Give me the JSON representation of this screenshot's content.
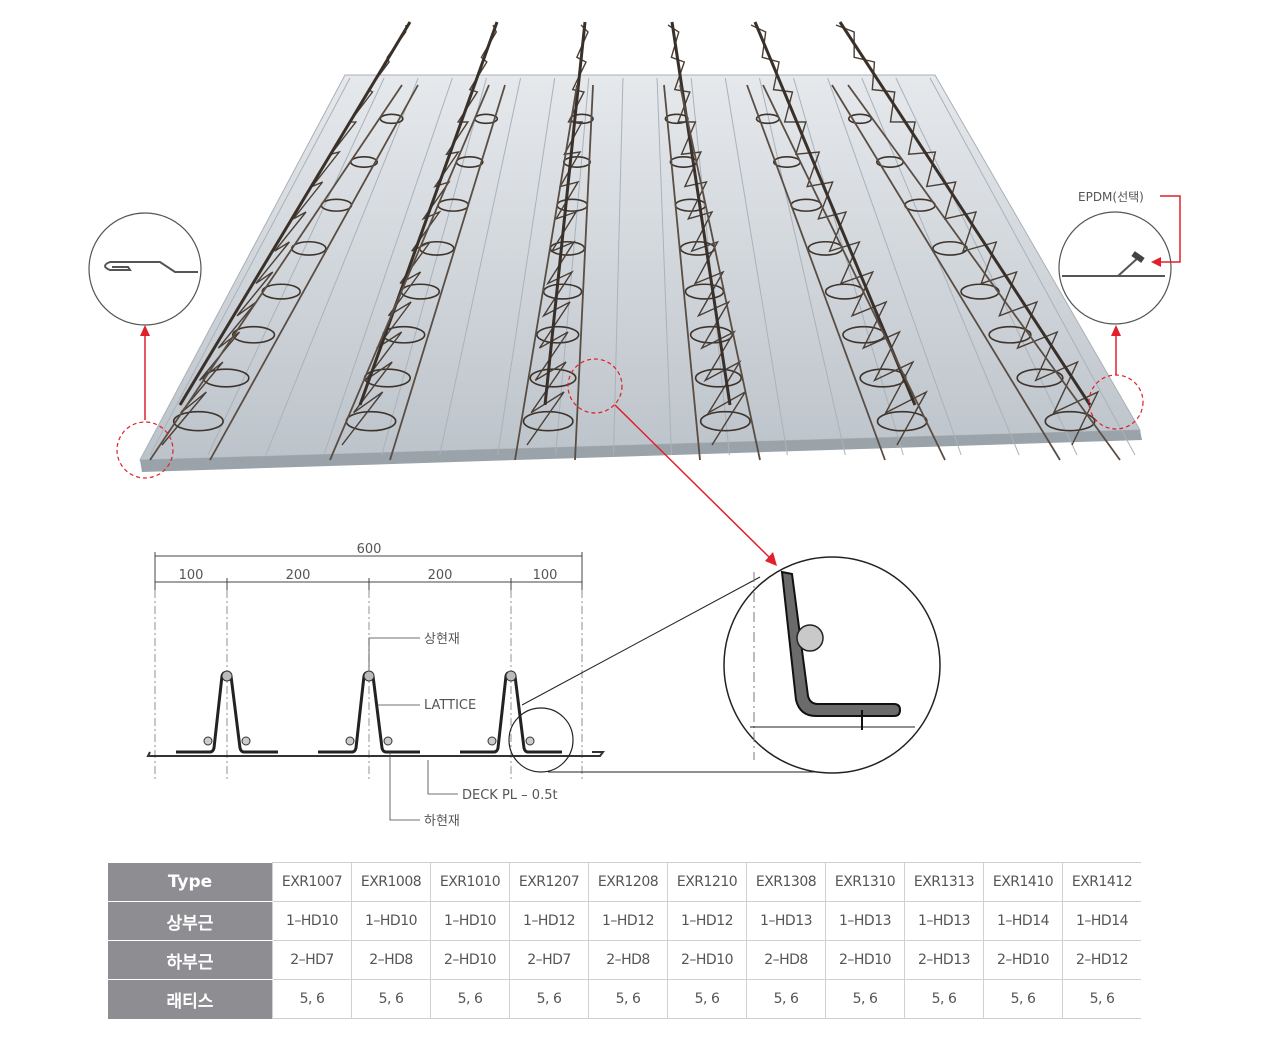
{
  "callouts": {
    "epdm": "EPDM(선택)"
  },
  "diagram": {
    "dims": {
      "total": "600",
      "segments": [
        "100",
        "200",
        "200",
        "100"
      ]
    },
    "labels": {
      "top_chord": "상현재",
      "lattice": "LATTICE",
      "deck": "DECK PL – 0.5t",
      "bottom_chord": "하현재"
    }
  },
  "table": {
    "header": "Type",
    "types": [
      "EXR1007",
      "EXR1008",
      "EXR1010",
      "EXR1207",
      "EXR1208",
      "EXR1210",
      "EXR1308",
      "EXR1310",
      "EXR1313",
      "EXR1410",
      "EXR1412"
    ],
    "rows": [
      {
        "label": "상부근",
        "values": [
          "1–HD10",
          "1–HD10",
          "1–HD10",
          "1–HD12",
          "1–HD12",
          "1–HD12",
          "1–HD13",
          "1–HD13",
          "1–HD13",
          "1–HD14",
          "1–HD14"
        ]
      },
      {
        "label": "하부근",
        "values": [
          "2–HD7",
          "2–HD8",
          "2–HD10",
          "2–HD7",
          "2–HD8",
          "2–HD10",
          "2–HD8",
          "2–HD10",
          "2–HD13",
          "2–HD10",
          "2–HD12"
        ]
      },
      {
        "label": "래티스",
        "values": [
          "5, 6",
          "5, 6",
          "5, 6",
          "5, 6",
          "5, 6",
          "5, 6",
          "5, 6",
          "5, 6",
          "5, 6",
          "5, 6",
          "5, 6"
        ]
      }
    ]
  },
  "colors": {
    "callout_red": "#e0202a",
    "table_header": "#8e8e92",
    "steel": "#c4cad0",
    "rebar": "#4a3f36"
  }
}
